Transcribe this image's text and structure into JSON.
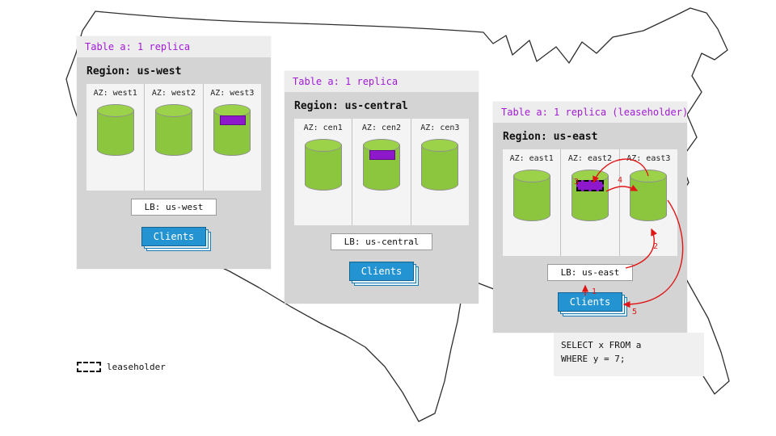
{
  "diagram": {
    "legend": {
      "label": "leaseholder"
    },
    "sql": {
      "line1": "SELECT x FROM a",
      "line2": "WHERE y = 7;"
    },
    "arrows": [
      "1",
      "2",
      "3",
      "4",
      "5"
    ],
    "colors": {
      "purple_header_text": "#a21ad6",
      "replica_purple": "#8d18cc",
      "cylinder_green": "#8cc63f",
      "arrow_red": "#e01616",
      "clients_blue": "#2493d1",
      "card_gray": "#d4d4d4"
    },
    "regions": [
      {
        "table_label": "Table a: 1 replica",
        "region_label": "Region: us-west",
        "azs": [
          {
            "label": "AZ: west1",
            "replica": false,
            "leaseholder": false
          },
          {
            "label": "AZ: west2",
            "replica": false,
            "leaseholder": false
          },
          {
            "label": "AZ: west3",
            "replica": true,
            "leaseholder": false
          }
        ],
        "lb_label": "LB: us-west",
        "clients_label": "Clients"
      },
      {
        "table_label": "Table a: 1 replica",
        "region_label": "Region: us-central",
        "azs": [
          {
            "label": "AZ: cen1",
            "replica": false,
            "leaseholder": false
          },
          {
            "label": "AZ: cen2",
            "replica": true,
            "leaseholder": false
          },
          {
            "label": "AZ: cen3",
            "replica": false,
            "leaseholder": false
          }
        ],
        "lb_label": "LB: us-central",
        "clients_label": "Clients"
      },
      {
        "table_label": "Table a: 1 replica (leaseholder)",
        "region_label": "Region: us-east",
        "azs": [
          {
            "label": "AZ: east1",
            "replica": false,
            "leaseholder": false
          },
          {
            "label": "AZ: east2",
            "replica": true,
            "leaseholder": true
          },
          {
            "label": "AZ: east3",
            "replica": false,
            "leaseholder": false
          }
        ],
        "lb_label": "LB: us-east",
        "clients_label": "Clients"
      }
    ]
  }
}
